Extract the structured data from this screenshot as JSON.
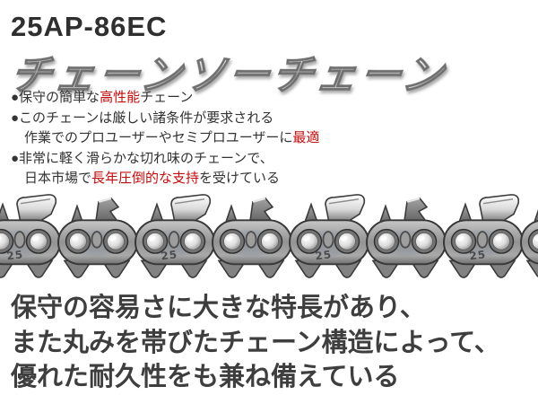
{
  "product": {
    "code": "25AP-86EC",
    "heading": "チェーンソーチェーン"
  },
  "features": {
    "line1": {
      "pre": "●保守の簡単な",
      "red": "高性能",
      "post": "チェーン"
    },
    "line2": {
      "pre": "●このチェーンは厳しい諸条件が要求される",
      "red": "",
      "post": ""
    },
    "line3": {
      "pre": "作業でのプロユーザーやセミプロユーザーに",
      "red": "最適",
      "post": ""
    },
    "line4": {
      "pre": "●非常に軽く滑らかな切れ味のチェーンで、",
      "red": "",
      "post": ""
    },
    "line5": {
      "pre": "日本市場で",
      "red": "長年圧倒的な支持",
      "post": "を受けている"
    }
  },
  "chain_image": {
    "stamp": "25"
  },
  "description": {
    "line1": "保守の容易さに大きな特長があり、",
    "line2": "また丸みを帯びたチェーン構造によって、",
    "line3": "優れた耐久性をも兼ね備えている"
  },
  "colors": {
    "accent_red": "#c00c0c",
    "text_dark": "#333333",
    "desc_gray": "#3e3e3e",
    "metal_mid": "#939393",
    "metal_outline": "#383838"
  }
}
